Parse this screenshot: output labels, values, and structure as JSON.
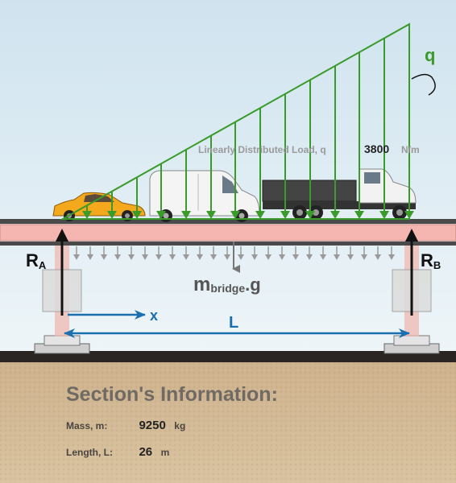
{
  "diagram": {
    "load_label": "Linearly Distributed Load, q",
    "load_value": "3800",
    "load_unit": "N/m",
    "q_label": "q",
    "ra_main": "R",
    "ra_sub": "A",
    "rb_main": "R",
    "rb_sub": "B",
    "weight_main": "m",
    "weight_sub": "bridge",
    "weight_tail": ".g",
    "x_label": "x",
    "length_label": "L"
  },
  "section_info": {
    "title": "Section's Information:",
    "mass_label": "Mass, m:",
    "mass_value": "9250",
    "mass_unit": "kg",
    "length_label": "Length, L:",
    "length_value": "26",
    "length_unit": "m"
  },
  "colors": {
    "load_green": "#3a9a2a",
    "reaction_black": "#111111",
    "dimension_blue": "#1a6fae",
    "beam_pink": "#f5b5b0",
    "ground_sand": "#c9ae88",
    "sky_top": "#cfe3ef",
    "car_yellow": "#f4a81c"
  },
  "icons": [
    "yellow-car-icon",
    "white-van-icon",
    "dump-truck-icon"
  ]
}
